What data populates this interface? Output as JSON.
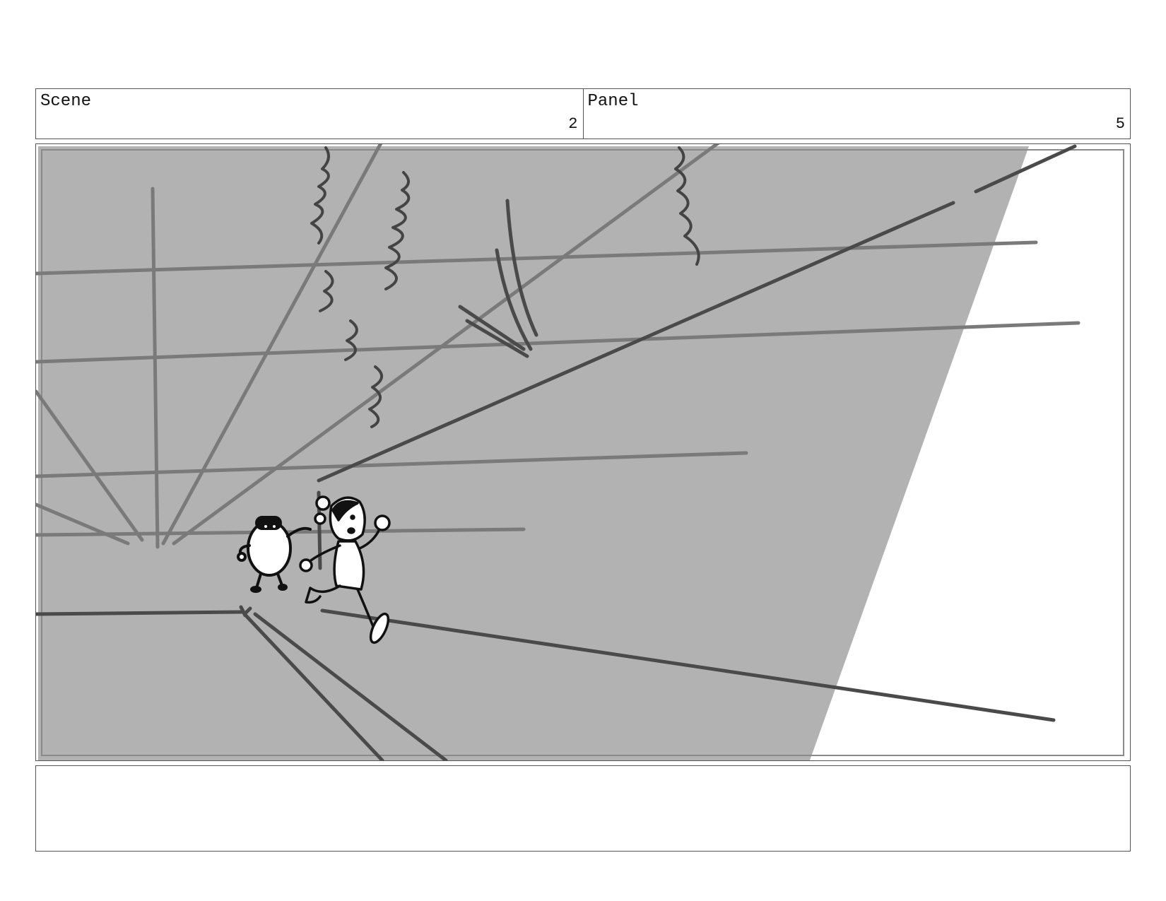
{
  "header": {
    "scene_label": "Scene",
    "scene_number": "2",
    "panel_label": "Panel",
    "panel_number": "5"
  },
  "notes": {
    "text": ""
  },
  "colors": {
    "shadow": "#b2b2b2",
    "light_line": "#7a7a7a",
    "dark_line": "#4a4a4a",
    "ink": "#111111"
  }
}
